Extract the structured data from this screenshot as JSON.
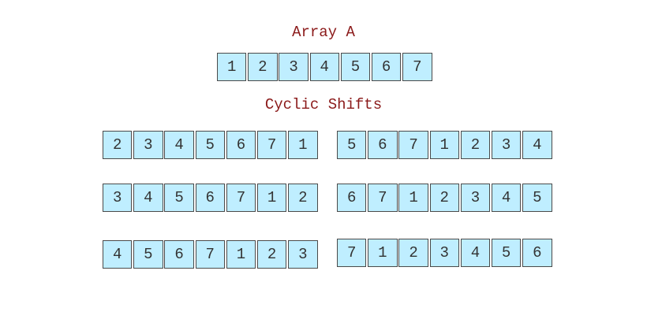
{
  "title": "Array A",
  "subtitle": "Cyclic Shifts",
  "colors": {
    "cell_fill": "#bfeeff",
    "cell_border": "#4a4a4a",
    "title_color": "#8b1a1a"
  },
  "array_a": [
    "1",
    "2",
    "3",
    "4",
    "5",
    "6",
    "7"
  ],
  "shifts": [
    [
      "2",
      "3",
      "4",
      "5",
      "6",
      "7",
      "1"
    ],
    [
      "5",
      "6",
      "7",
      "1",
      "2",
      "3",
      "4"
    ],
    [
      "3",
      "4",
      "5",
      "6",
      "7",
      "1",
      "2"
    ],
    [
      "6",
      "7",
      "1",
      "2",
      "3",
      "4",
      "5"
    ],
    [
      "4",
      "5",
      "6",
      "7",
      "1",
      "2",
      "3"
    ],
    [
      "7",
      "1",
      "2",
      "3",
      "4",
      "5",
      "6"
    ]
  ]
}
